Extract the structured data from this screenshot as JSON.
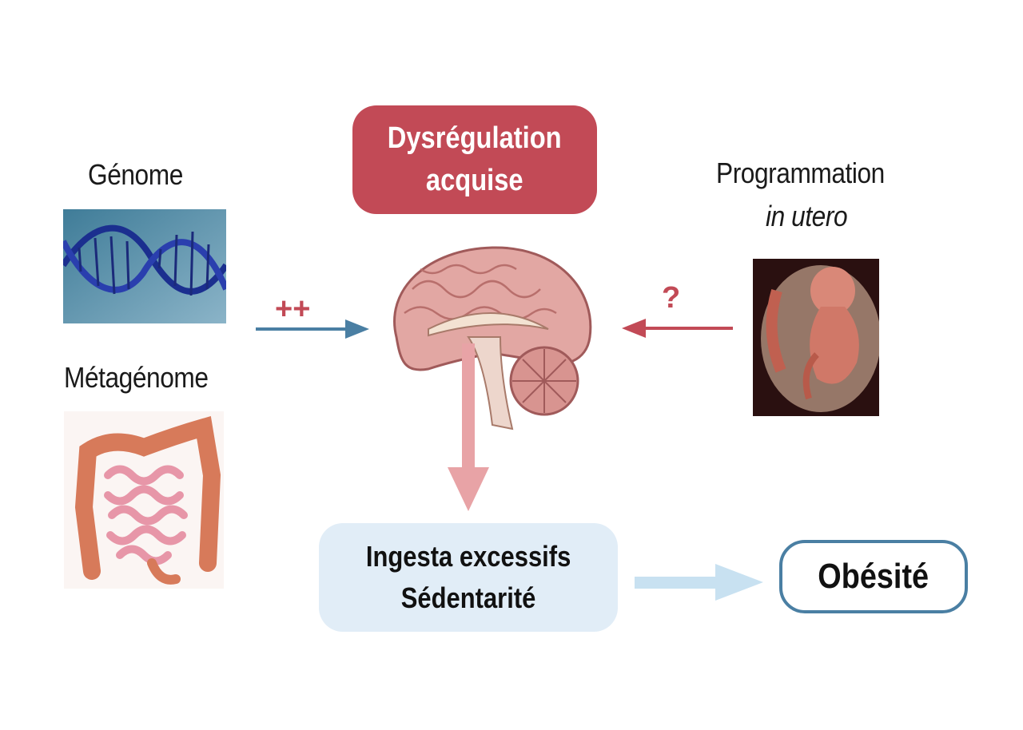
{
  "nodes": {
    "genome": "Génome",
    "metagenome": "Métagénome",
    "acquired": [
      "Dysrégulation",
      "acquise"
    ],
    "programming": [
      "Programmation",
      "in utero"
    ],
    "intake": [
      "Ingesta excessifs",
      "Sédentarité"
    ],
    "outcome": "Obésité"
  },
  "edges": {
    "genes_to_brain": "++",
    "utero_to_brain": "?"
  },
  "images": {
    "dna": "dna-helix-image",
    "intestine": "intestine-image",
    "brain": "brain-sagittal-image",
    "fetus": "fetus-image"
  },
  "colors": {
    "accent_red": "#c24a56",
    "accent_blue": "#4a7fa3",
    "light_blue": "#e1edf7",
    "pink_arrow": "#e8a3a6"
  }
}
